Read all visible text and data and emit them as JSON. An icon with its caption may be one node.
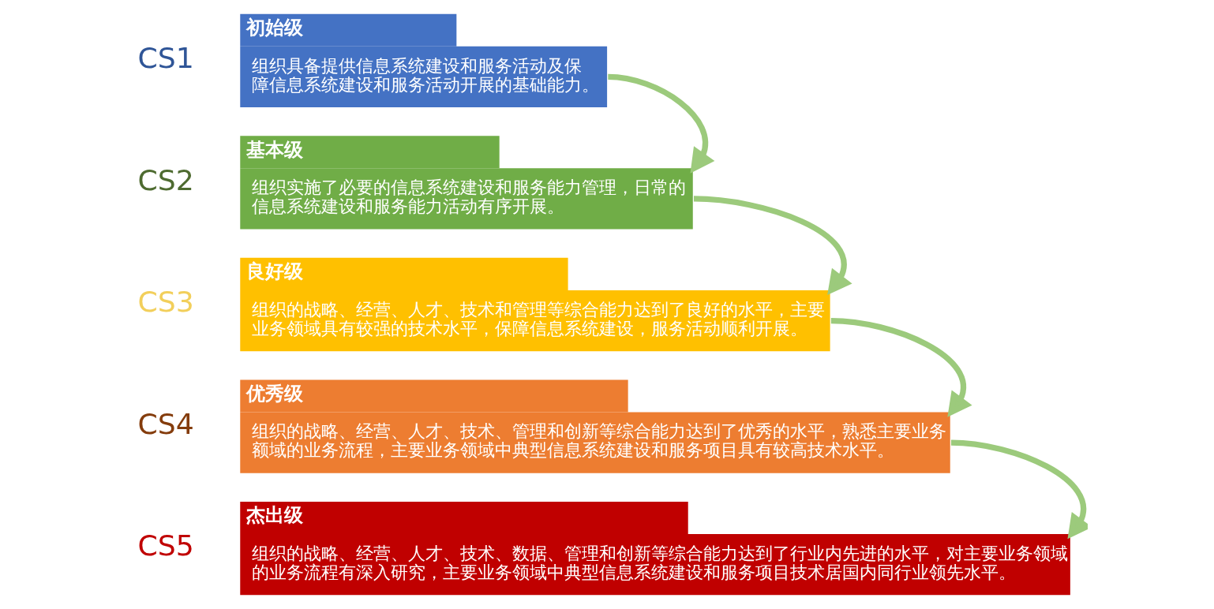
{
  "diagram": {
    "nodes": [
      {
        "text": [
          "初始级",
          "组织具备提供信息系统建设和服务活动及保障信息系统建设和服务活动开展的基础能力。"
        ],
        "beside": [
          "CS1"
        ]
      },
      {
        "text": [
          "基本级",
          "组织实施了必要的信息系统建设和服务能力管理，日常的信息系统建设和服务能力活动有序开展。"
        ],
        "beside": [
          "CS2"
        ]
      },
      {
        "text": [
          "良好级",
          "组织的战略、经营、人才、技术和管理等综合能力达到了良好的水平，主要业务领域具有较强的技术水平，保障信息系统建设，服务活动顺利开展。"
        ],
        "beside": [
          "CS3"
        ]
      },
      {
        "text": [
          "优秀级",
          "组织的战略、经营、人才、技术、管理和创新等综合能力达到了优秀的水平，熟悉主要业务额域的业务流程，主要业务领域中典型信息系统建设和服务项目具有较高技术水平。"
        ],
        "beside": [
          "CS4"
        ]
      },
      {
        "text": [
          "杰出级",
          "组织的战略、经营、人才、技术、数据、管理和创新等综合能力达到了行业内先进的水平，对主要业务领域的业务流程有深入研究，主要业务领域中典型信息系统建设和服务项目技术居国内同行业领先水平。"
        ],
        "beside": [
          "CS5"
        ]
      }
    ],
    "edges": [
      {
        "from": 0,
        "to": 1,
        "arrow": "to"
      },
      {
        "from": 1,
        "to": 2,
        "arrow": "to"
      },
      {
        "from": 2,
        "to": 3,
        "arrow": "to"
      },
      {
        "from": 3,
        "to": 4,
        "arrow": "to"
      }
    ]
  }
}
